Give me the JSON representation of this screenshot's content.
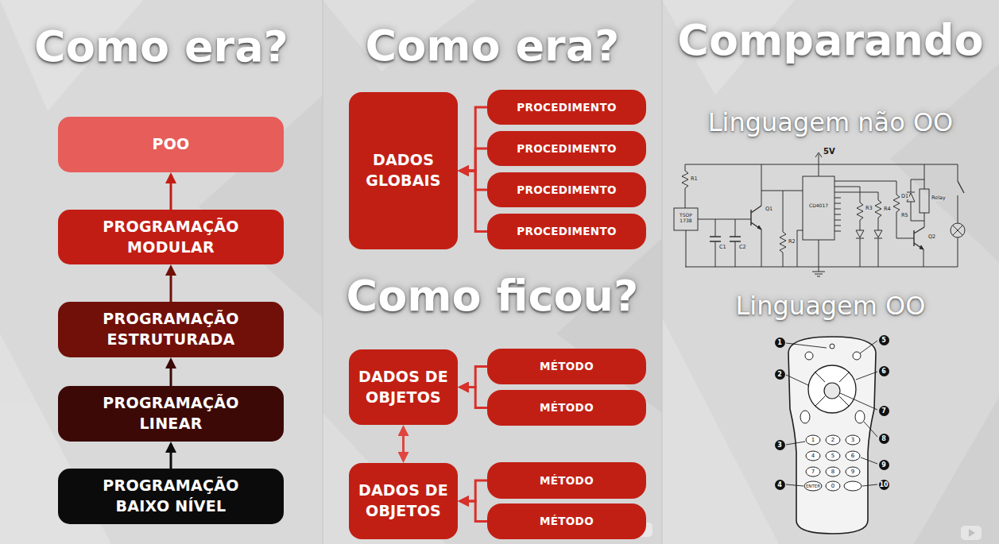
{
  "diagram": {
    "nodes": [
      {
        "text": [
          "POO"
        ]
      },
      {
        "text": [
          "PROGRAMAÇÃO MODULAR"
        ]
      },
      {
        "text": [
          "PROGRAMAÇÃO ESTRUTURADA"
        ]
      },
      {
        "text": [
          "PROGRAMAÇÃO LINEAR"
        ]
      },
      {
        "text": [
          "PROGRAMAÇÃO BAIXO NÍVEL"
        ]
      },
      {
        "text": [
          "DADOS GLOBAIS"
        ]
      },
      {
        "text": [
          "PROCEDIMENTO"
        ]
      },
      {
        "text": [
          "PROCEDIMENTO"
        ]
      },
      {
        "text": [
          "PROCEDIMENTO"
        ]
      },
      {
        "text": [
          "PROCEDIMENTO"
        ]
      },
      {
        "text": [
          "DADOS DE OBJETOS"
        ]
      },
      {
        "text": [
          "MÉTODO"
        ]
      },
      {
        "text": [
          "MÉTODO"
        ]
      },
      {
        "text": [
          "DADOS DE OBJETOS"
        ]
      },
      {
        "text": [
          "MÉTODO"
        ]
      },
      {
        "text": [
          "MÉTODO"
        ]
      }
    ],
    "edges": [
      {
        "from": 1,
        "to": 0,
        "arrow": "to"
      },
      {
        "from": 2,
        "to": 1,
        "arrow": "to"
      },
      {
        "from": 3,
        "to": 2,
        "arrow": "to"
      },
      {
        "from": 4,
        "to": 3,
        "arrow": "to"
      },
      {
        "from": 6,
        "to": 5,
        "arrow": "to"
      },
      {
        "from": 7,
        "to": 5,
        "arrow": "to"
      },
      {
        "from": 8,
        "to": 5,
        "arrow": "to"
      },
      {
        "from": 9,
        "to": 5,
        "arrow": "to"
      },
      {
        "from": 11,
        "to": 10,
        "arrow": "to"
      },
      {
        "from": 12,
        "to": 10,
        "arrow": "to"
      },
      {
        "from": 14,
        "to": 13,
        "arrow": "to"
      },
      {
        "from": 15,
        "to": 13,
        "arrow": "to"
      },
      {
        "from": 10,
        "to": 13,
        "arrow": "both"
      }
    ],
    "labels": [
      "Como era?",
      "Como era?",
      "Como ficou?",
      "Comparando",
      "Linguagem não OO",
      "Linguagem OO",
      "5V",
      "TSOP 1738",
      "CD4017",
      "Q1",
      "Q2",
      "R1",
      "R2",
      "R3",
      "R4",
      "R5",
      "C1",
      "C2",
      "D1",
      "Relay",
      "1",
      "2",
      "3",
      "4",
      "5",
      "6",
      "7",
      "8",
      "9",
      "10",
      "1",
      "2",
      "3",
      "4",
      "5",
      "6",
      "7",
      "8",
      "9",
      "ENTER",
      "0"
    ]
  }
}
